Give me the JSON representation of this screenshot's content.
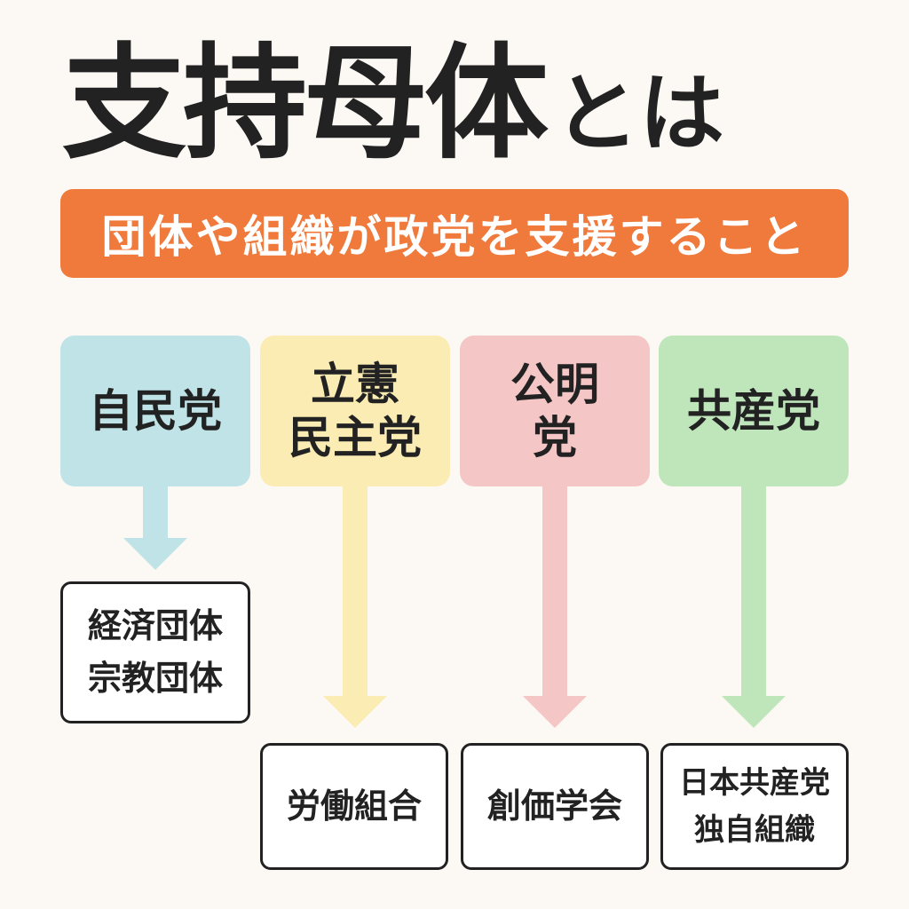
{
  "title": {
    "main": "支持母体",
    "suffix": "とは"
  },
  "banner": {
    "text": "団体や組織が政党を支援すること"
  },
  "colors": {
    "banner": "#ef7a3c",
    "ldp": "#bfe3e6",
    "cdp": "#fbecb3",
    "komeito": "#f4c6c6",
    "jcp": "#bfe6bb"
  },
  "parties": [
    {
      "name": "自民党",
      "supporter": "経済団体\n宗教団体"
    },
    {
      "name": "立憲\n民主党",
      "supporter": "労働組合"
    },
    {
      "name": "公明\n党",
      "supporter": "創価学会"
    },
    {
      "name": "共産党",
      "supporter": "日本共産党\n独自組織"
    }
  ]
}
